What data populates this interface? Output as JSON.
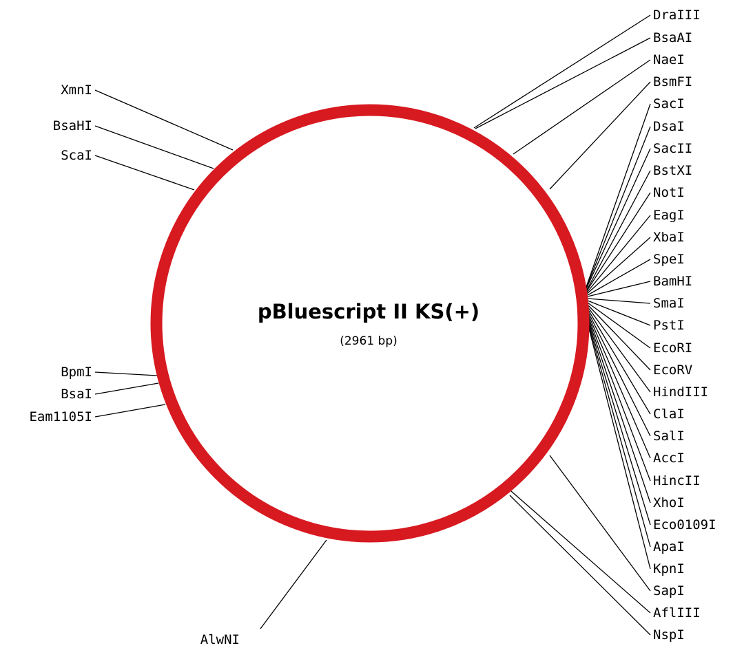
{
  "plasmid": {
    "name": "pBluescript II KS(+)",
    "size_label": "(2961 bp)",
    "ring_color": "#d71920"
  },
  "sites": [
    {
      "name": "DraIII"
    },
    {
      "name": "BsaAI"
    },
    {
      "name": "NaeI"
    },
    {
      "name": "BsmFI"
    },
    {
      "name": "SacI"
    },
    {
      "name": "DsaI"
    },
    {
      "name": "SacII"
    },
    {
      "name": "BstXI"
    },
    {
      "name": "NotI"
    },
    {
      "name": "EagI"
    },
    {
      "name": "XbaI"
    },
    {
      "name": "SpeI"
    },
    {
      "name": "BamHI"
    },
    {
      "name": "SmaI"
    },
    {
      "name": "PstI"
    },
    {
      "name": "EcoRI"
    },
    {
      "name": "EcoRV"
    },
    {
      "name": "HindIII"
    },
    {
      "name": "ClaI"
    },
    {
      "name": "SalI"
    },
    {
      "name": "AccI"
    },
    {
      "name": "HincII"
    },
    {
      "name": "XhoI"
    },
    {
      "name": "Eco0109I"
    },
    {
      "name": "ApaI"
    },
    {
      "name": "KpnI"
    },
    {
      "name": "SapI"
    },
    {
      "name": "AflIII"
    },
    {
      "name": "NspI"
    },
    {
      "name": "XmnI"
    },
    {
      "name": "BsaHI"
    },
    {
      "name": "ScaI"
    },
    {
      "name": "BpmI"
    },
    {
      "name": "BsaI"
    },
    {
      "name": "Eam1105I"
    },
    {
      "name": "AlwNI"
    }
  ]
}
